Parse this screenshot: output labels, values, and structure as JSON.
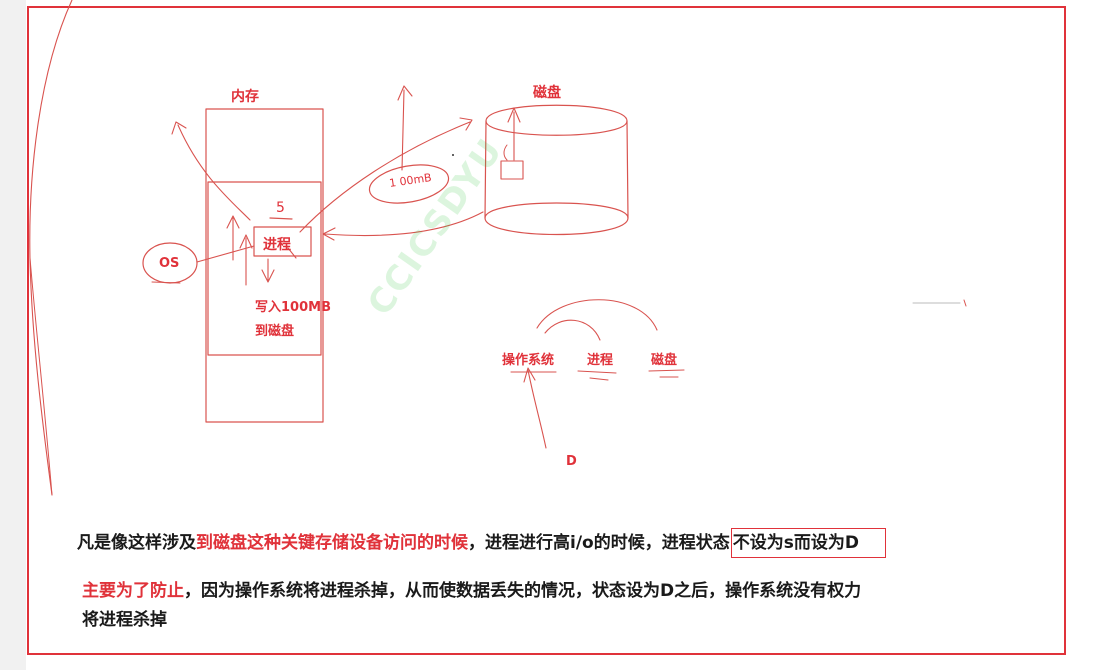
{
  "diagram": {
    "memory_label": "内存",
    "disk_label": "磁盘",
    "process_label": "进程",
    "process_marker": "5",
    "os_label": "OS",
    "bubble_label": "1 00mB",
    "write_line1": "写入100MB",
    "write_line2": "到磁盘",
    "flow_os": "操作系统",
    "flow_process": "进程",
    "flow_disk": "磁盘",
    "flow_d": "D",
    "watermark": "CCICSDYU"
  },
  "text": {
    "line1_pre": "凡是像这样涉及",
    "line1_highlight": "到磁盘这种关键存储设备访问的时候",
    "line1_mid": "，进程进行高i/o的时候，进程状态",
    "line1_boxed": "不设为s而设为D",
    "line2_highlight": "主要为了防止",
    "line2_rest": "，因为操作系统将进程杀掉，从而使数据丢失的情况，状态设为D之后，操作系统没有权力",
    "line3": "将进程杀掉"
  },
  "colors": {
    "accent_red": "#e0323a",
    "text_dark": "#1a1a1a",
    "frame_red": "#e0323a"
  }
}
